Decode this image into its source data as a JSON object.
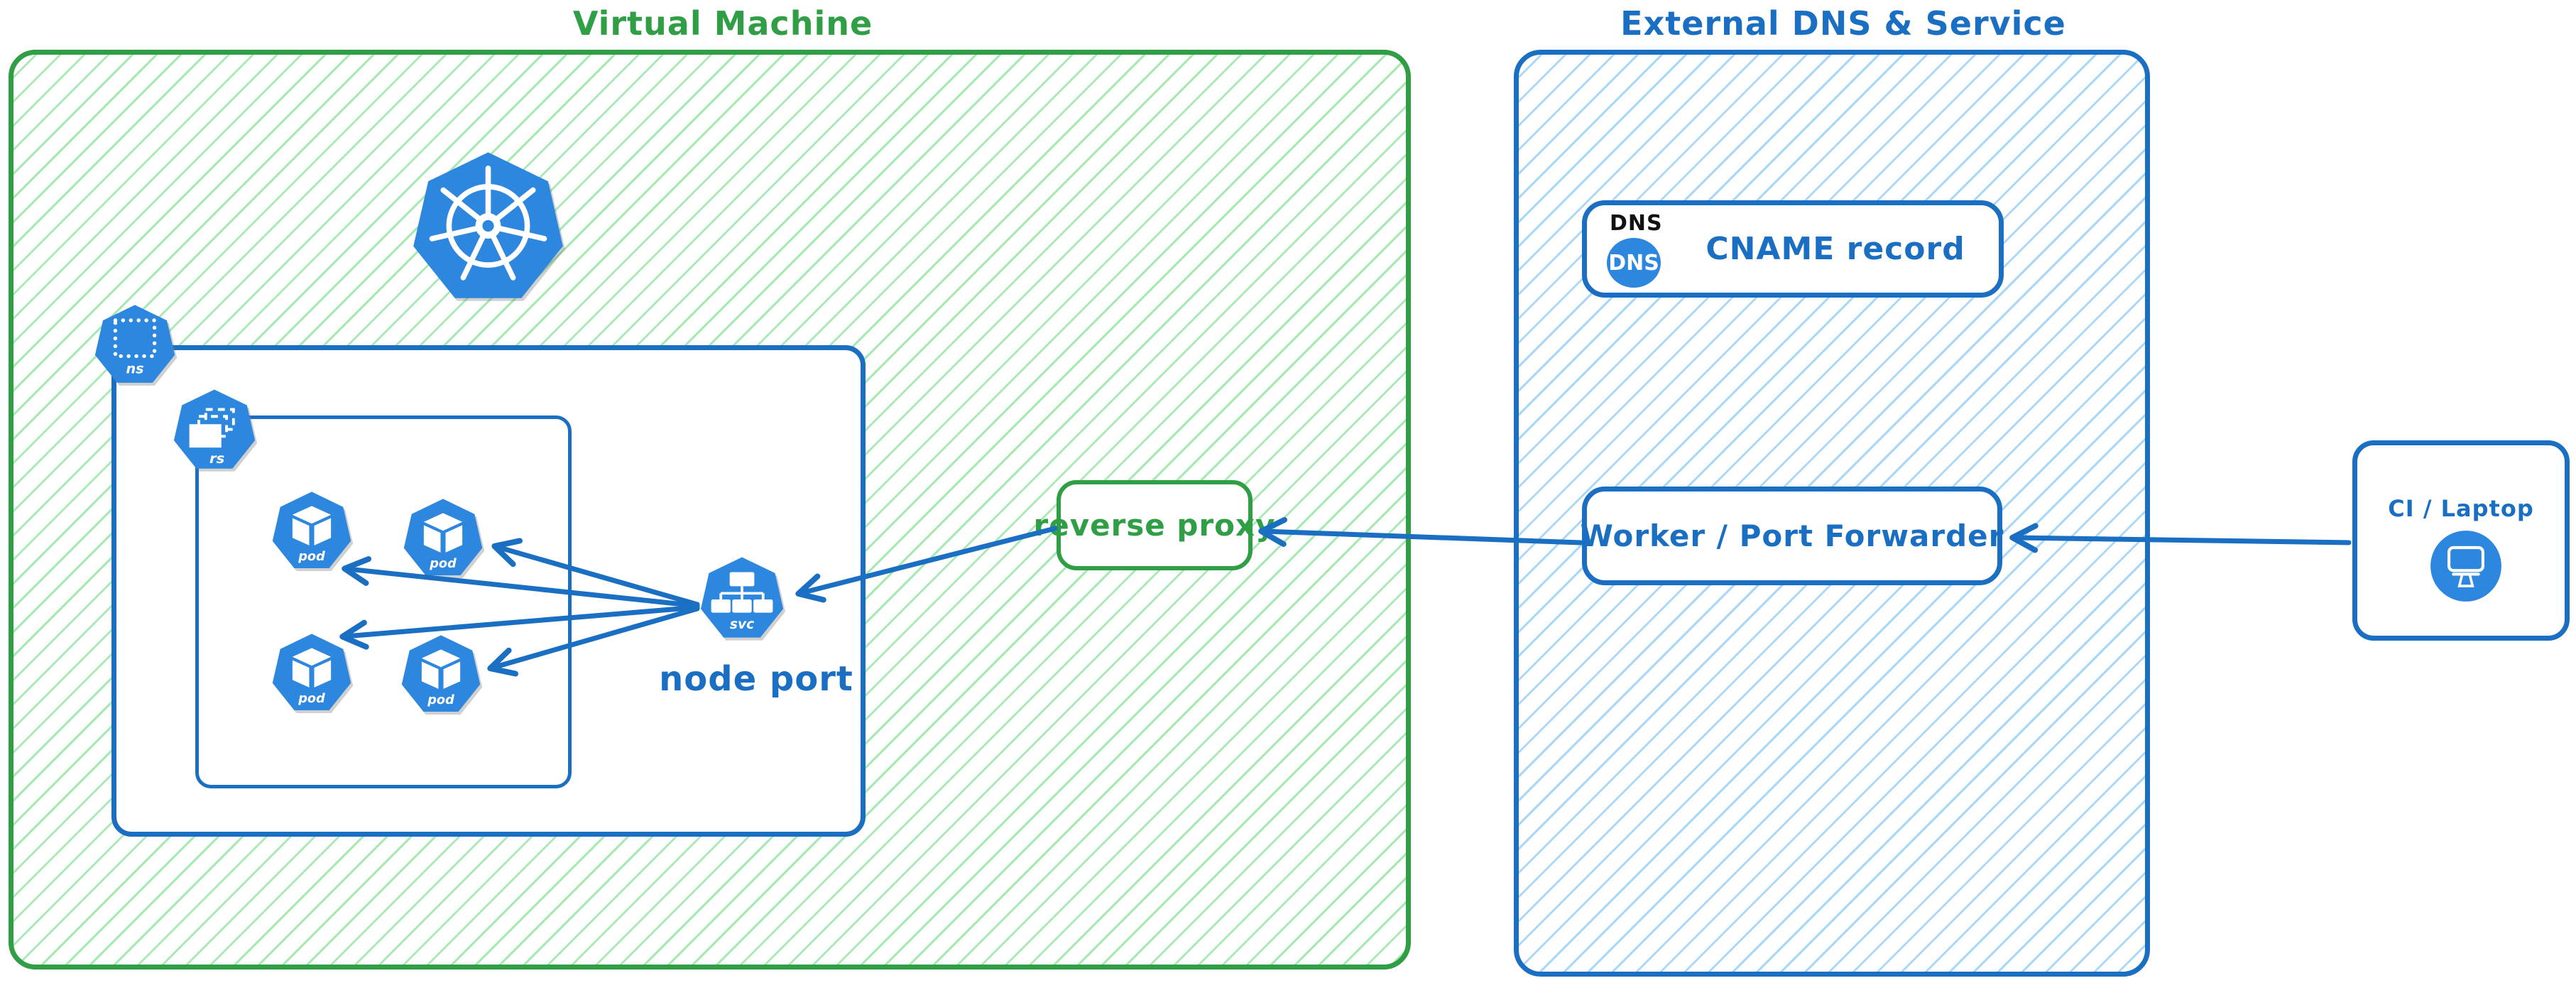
{
  "zones": {
    "vm": {
      "title": "Virtual Machine"
    },
    "external": {
      "title": "External DNS & Service"
    }
  },
  "kubernetes": {
    "namespace_icon_label": "ns",
    "replicaset_icon_label": "rs",
    "pod_icon_label": "pod",
    "service_icon_label": "svc",
    "node_port_label": "node port"
  },
  "nodes": {
    "reverse_proxy": {
      "label": "reverse proxy"
    },
    "dns_record": {
      "tag": "DNS",
      "badge": "DNS",
      "label": "CNAME record"
    },
    "worker": {
      "label": "Worker / Port Forwarder"
    },
    "client": {
      "label": "CI / Laptop"
    }
  },
  "colors": {
    "green_stroke": "#2f9e44",
    "green_hatch": "#a7e9b2",
    "blue_stroke": "#1b6fc3",
    "blue_hatch": "#a9d7f8",
    "icon_blue": "#2d87de",
    "white": "#ffffff"
  }
}
